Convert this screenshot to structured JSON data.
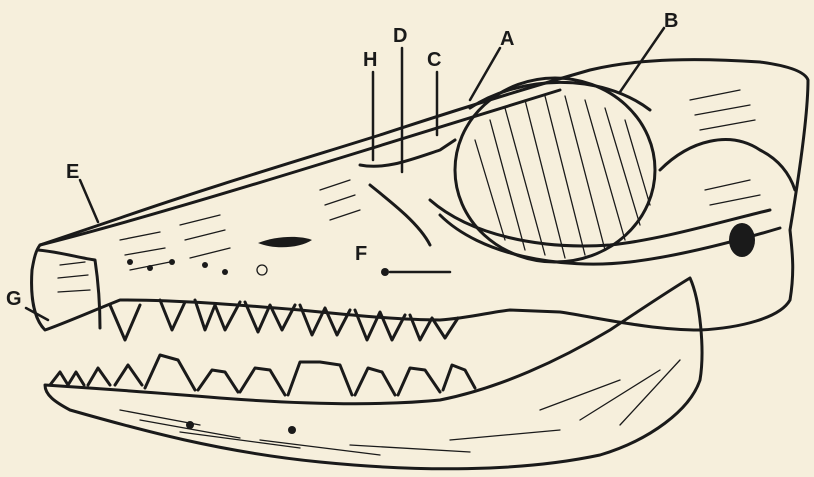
{
  "figure": {
    "background": "#f6efdc",
    "ink": "#1a1a1a"
  },
  "labels": {
    "A": "A",
    "B": "B",
    "C": "C",
    "D": "D",
    "E": "E",
    "F": "F",
    "G": "G",
    "H": "H"
  }
}
